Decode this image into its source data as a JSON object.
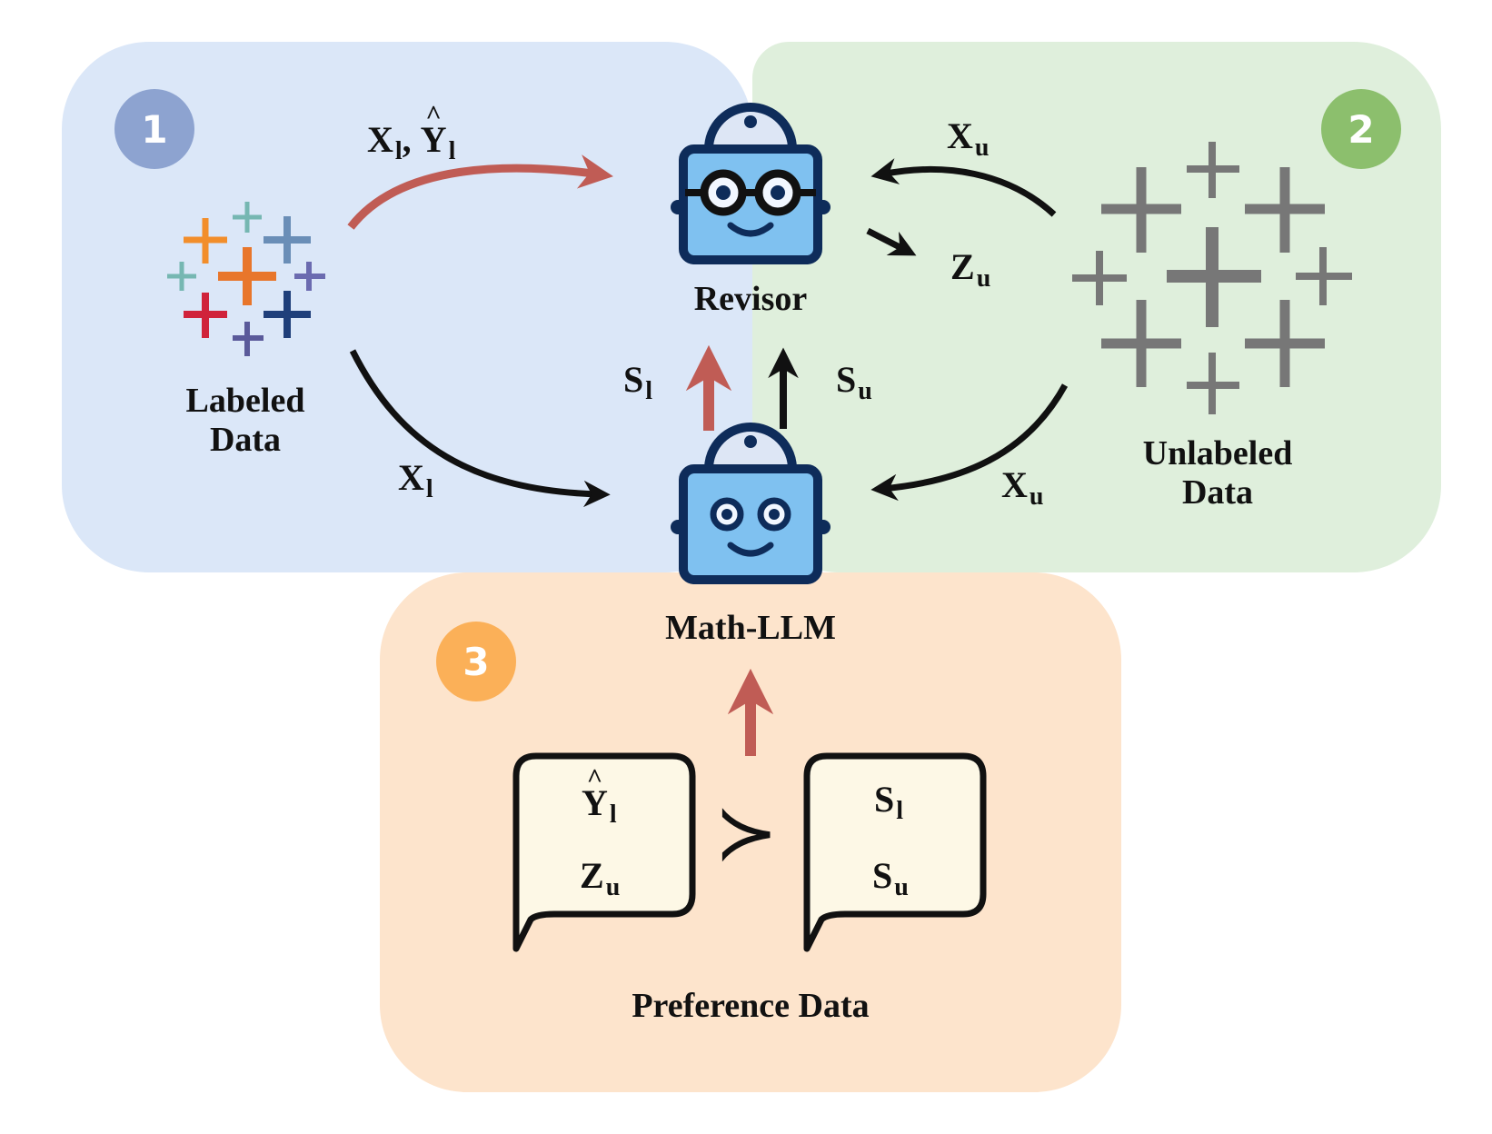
{
  "colors": {
    "panel1": "#dbe7f8",
    "panel2": "#dfefdc",
    "panel3": "#fde4cc",
    "badge1": "#8da3d0",
    "badge2": "#8cbf6d",
    "badge3": "#fbb058",
    "red_arrow": "#c05c55",
    "black_arrow": "#111111",
    "robot_face": "#7fc1f0",
    "robot_outline": "#0e2c5a",
    "bubble_fill": "#fdf8e6",
    "gray_plus": "#777777"
  },
  "badges": {
    "one": "1",
    "two": "2",
    "three": "3"
  },
  "nodes": {
    "labeled_data": "Labeled\nData",
    "unlabeled_data": "Unlabeled\nData",
    "revisor": "Revisor",
    "math_llm": "Math-LLM",
    "preference_data": "Preference Data"
  },
  "edge_labels": {
    "xl_yl": {
      "a": "X",
      "a_sub": "l",
      "sep": ", ",
      "b": "Y",
      "b_sub": "l"
    },
    "xl_bottom": {
      "a": "X",
      "a_sub": "l"
    },
    "xu_top": {
      "a": "X",
      "a_sub": "u"
    },
    "xu_bottom": {
      "a": "X",
      "a_sub": "u"
    },
    "zu": {
      "a": "Z",
      "a_sub": "u"
    },
    "sl": {
      "a": "S",
      "a_sub": "l"
    },
    "su": {
      "a": "S",
      "a_sub": "u"
    }
  },
  "bubbles": {
    "left": {
      "line1": "Y",
      "line1_sub": "l",
      "line2": "Z",
      "line2_sub": "u"
    },
    "right": {
      "line1": "S",
      "line1_sub": "l",
      "line2": "S",
      "line2_sub": "u"
    },
    "preference_symbol": "≻"
  },
  "icons": {
    "labeled": "colored-plus-cluster-icon",
    "unlabeled": "gray-plus-cluster-icon",
    "revisor": "robot-with-glasses-icon",
    "math_llm": "robot-icon"
  }
}
